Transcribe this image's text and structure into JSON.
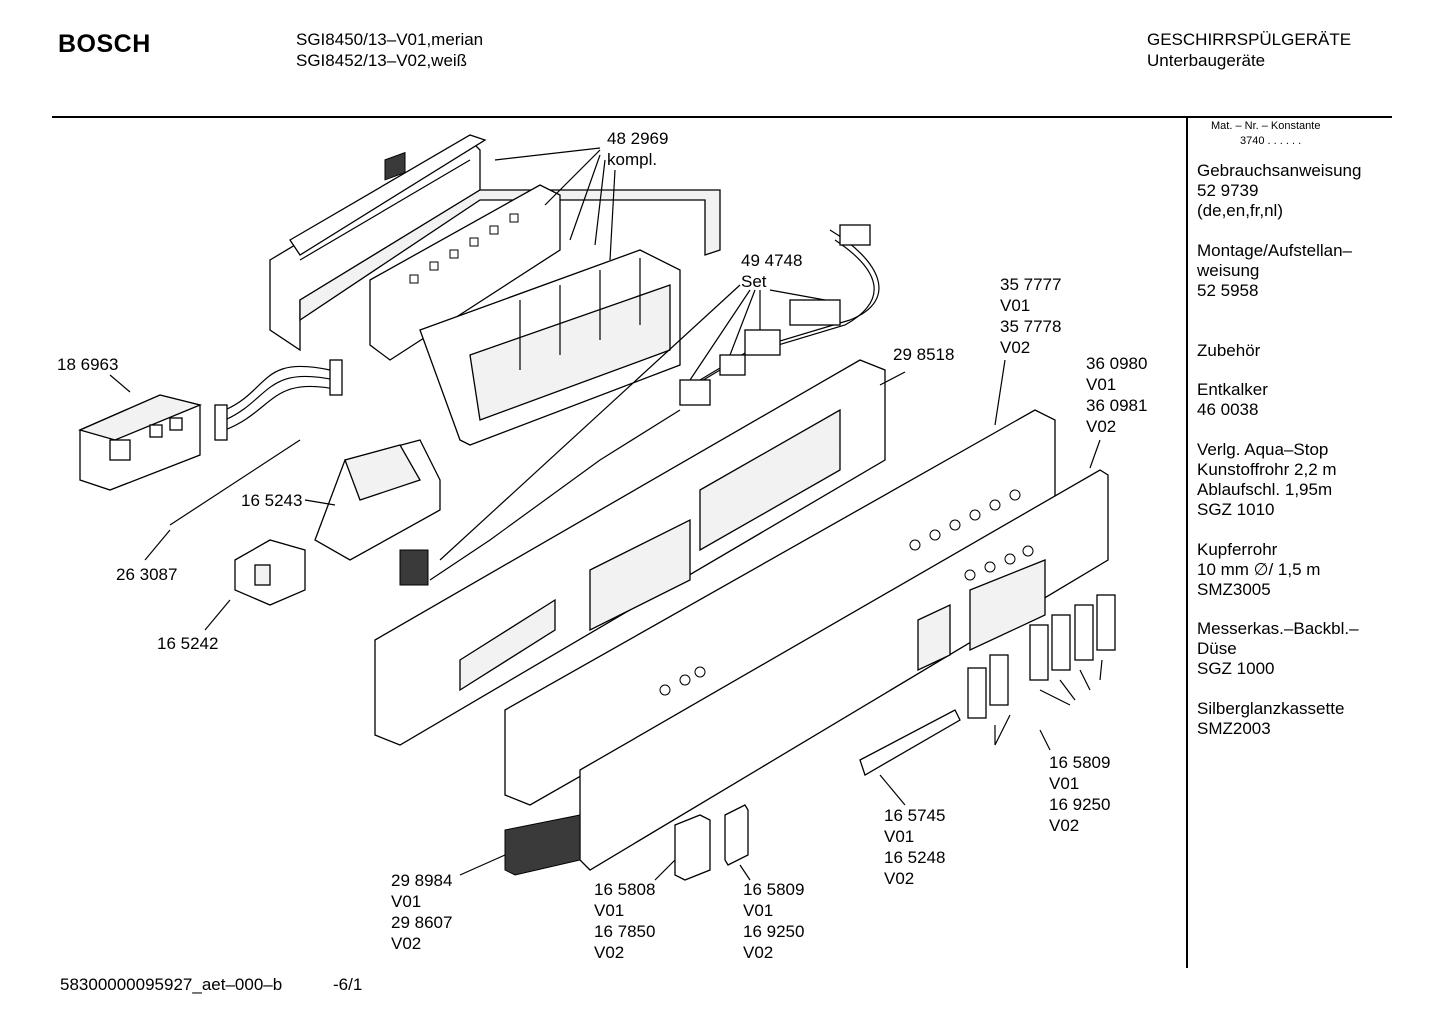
{
  "header": {
    "brand": "BOSCH",
    "model_line_1": "SGI8450/13–V01,merian",
    "model_line_2": "SGI8452/13–V02,weiß",
    "category_line_1": "GESCHIRRSPÜLGERÄTE",
    "category_line_2": "Unterbaugeräte"
  },
  "sidebar": {
    "mat_label": "Mat. – Nr. – Konstante",
    "mat_value": "3740  .  .  .  .  .  .",
    "blocks": [
      {
        "lines": [
          "Gebrauchsanweisung",
          "52 9739",
          "(de,en,fr,nl)"
        ]
      },
      {
        "lines": [
          "Montage/Aufstellan–",
          "weisung",
          "52 5958"
        ]
      },
      {
        "lines": [
          "Zubehör"
        ]
      },
      {
        "lines": [
          "Entkalker",
          "46 0038"
        ]
      },
      {
        "lines": [
          "Verlg. Aqua–Stop",
          "Kunstoffrohr 2,2 m",
          "Ablaufschl. 1,95m",
          "SGZ 1010"
        ]
      },
      {
        "lines": [
          "Kupferrohr",
          "10 mm ∅/ 1,5 m",
          "SMZ3005"
        ]
      },
      {
        "lines": [
          "Messerkas.–Backbl.–",
          "Düse",
          "SGZ 1000"
        ]
      },
      {
        "lines": [
          "Silberglanzkassette",
          "SMZ2003"
        ]
      }
    ]
  },
  "parts": [
    {
      "id": "p482969",
      "lines": [
        "48 2969",
        "kompl."
      ]
    },
    {
      "id": "p494748",
      "lines": [
        "49 4748",
        "Set"
      ]
    },
    {
      "id": "p357777",
      "lines": [
        "35 7777",
        "V01",
        "35 7778",
        "V02"
      ]
    },
    {
      "id": "p360980",
      "lines": [
        "36 0980",
        "V01",
        "36 0981",
        "V02"
      ]
    },
    {
      "id": "p186963",
      "lines": [
        "18 6963"
      ]
    },
    {
      "id": "p298518",
      "lines": [
        "29 8518"
      ]
    },
    {
      "id": "p165243",
      "lines": [
        "16 5243"
      ]
    },
    {
      "id": "p263087",
      "lines": [
        "26 3087"
      ]
    },
    {
      "id": "p165242",
      "lines": [
        "16 5242"
      ]
    },
    {
      "id": "p165809a",
      "lines": [
        "16 5809",
        "V01",
        "16 9250",
        "V02"
      ]
    },
    {
      "id": "p165745",
      "lines": [
        "16 5745",
        "V01",
        "16 5248",
        "V02"
      ]
    },
    {
      "id": "p298984",
      "lines": [
        "29 8984",
        "V01",
        "29 8607",
        "V02"
      ]
    },
    {
      "id": "p165808",
      "lines": [
        "16 5808",
        "V01",
        "16 7850",
        "V02"
      ]
    },
    {
      "id": "p165809b",
      "lines": [
        "16 5809",
        "V01",
        "16 9250",
        "V02"
      ]
    }
  ],
  "footer": {
    "doc_id": "58300000095927_aet–000–b",
    "page": "-6/1"
  }
}
